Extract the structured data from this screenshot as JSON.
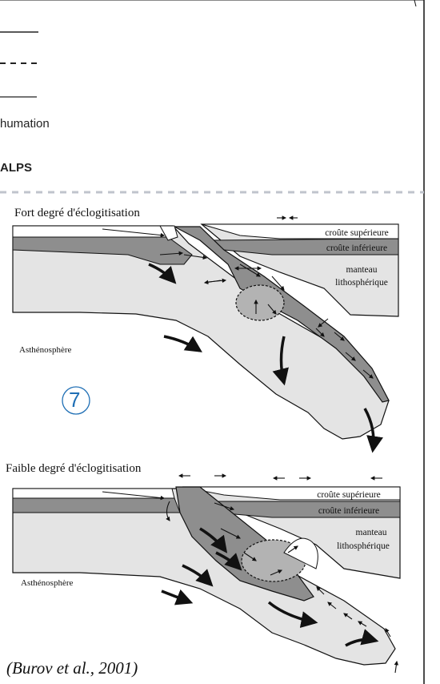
{
  "legend": {
    "item_exhumation": "humation",
    "section_title": "ALPS"
  },
  "panel_top": {
    "title": "Fort degré d'éclogitisation",
    "upper_crust": "croûte supérieure",
    "lower_crust": "croûte inférieure",
    "mantle_line1": "manteau",
    "mantle_line2": "lithosphérique",
    "asthenosphere": "Asthénosphère"
  },
  "marker": "7",
  "panel_bottom": {
    "title": "Faible degré d'éclogitisation",
    "upper_crust": "croûte supérieure",
    "lower_crust": "croûte inférieure",
    "mantle_line1": "manteau",
    "mantle_line2": "lithosphérique",
    "asthenosphere": "Asthénosphère"
  },
  "citation": "(Burov et al., 2001)",
  "colors": {
    "crust_dark": "#8e8e8e",
    "mantle_light": "#e4e4e4",
    "marker_blue": "#1f6fb5",
    "divider": "#c0c4cc"
  }
}
